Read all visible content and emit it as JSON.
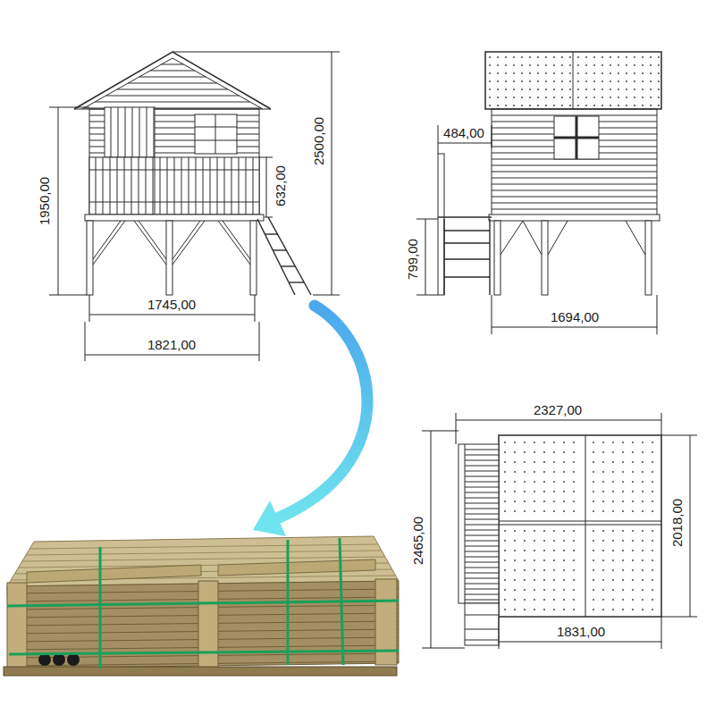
{
  "diagram": {
    "labels": [
      "1950,00",
      "632,00",
      "2500,00",
      "1745,00",
      "1821,00",
      "484,00",
      "799,00",
      "1694,00",
      "2327,00",
      "2465,00",
      "2018,00",
      "1831,00"
    ]
  }
}
